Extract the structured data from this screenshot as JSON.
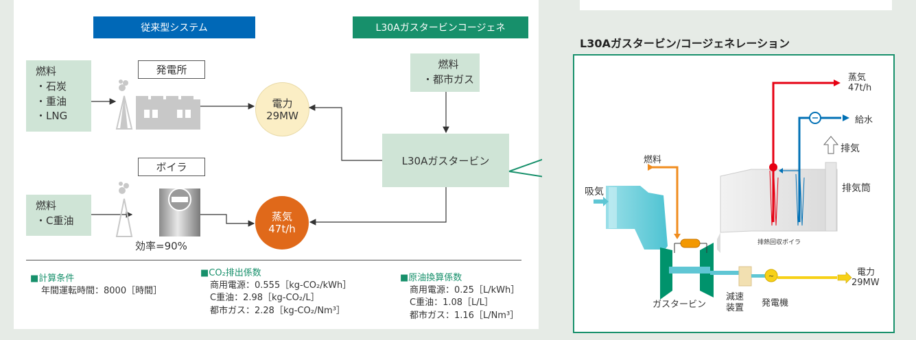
{
  "left": {
    "header_conventional": "従来型システム",
    "header_cogen": "L30Aガスタービンコージェネ",
    "fuel1": {
      "title": "燃料",
      "items": [
        "・石炭",
        "・重油",
        "・LNG"
      ]
    },
    "power_plant_label": "発電所",
    "boiler_label": "ボイラ",
    "fuel2": {
      "title": "燃料",
      "items": [
        "・C重油"
      ]
    },
    "efficiency": "効率=90%",
    "power": {
      "label": "電力",
      "value": "29MW"
    },
    "steam": {
      "label": "蒸気",
      "value": "47t/h"
    },
    "fuel3": {
      "title": "燃料",
      "items": [
        "・都市ガス"
      ]
    },
    "gas_turbine_box": "L30Aガスタービン"
  },
  "legend": {
    "calc": {
      "title": "■計算条件",
      "lines": [
        "年間運転時間：8000［時間］"
      ]
    },
    "co2": {
      "title": "■CO₂排出係数",
      "lines": [
        "商用電源：0.555［kg-CO₂/kWh］",
        "C重油：2.98［kg-CO₂/L］",
        "都市ガス：2.28［kg-CO₂/Nm³］"
      ]
    },
    "oil": {
      "title": "■原油換算係数",
      "lines": [
        "商用電源：0.25［L/kWh］",
        "C重油：1.08［L/L］",
        "都市ガス：1.16［L/Nm³］"
      ]
    }
  },
  "right": {
    "title": "L30Aガスタービン/コージェネレーション",
    "steam": "蒸気",
    "steam_value": "47t/h",
    "feedwater": "給水",
    "exhaust": "排気",
    "fuel": "燃料",
    "intake": "吸気",
    "stack": "排気筒",
    "hrsg": "排熱回収ボイラ",
    "gas_turbine": "ガスタービン",
    "reducer1": "減速",
    "reducer2": "装置",
    "generator": "発電機",
    "power": "電力",
    "power_value": "29MW"
  },
  "colors": {
    "header_blue": "#0068b7",
    "header_green": "#17906b",
    "box_green": "#cfe4d6",
    "power_circle": "#fbeec5",
    "steam_circle": "#e0691a",
    "steam_line": "#e60012",
    "water_line": "#0070b5",
    "fuel_line": "#f08c1e",
    "power_line": "#f7d117",
    "turbine": "#00936c"
  }
}
